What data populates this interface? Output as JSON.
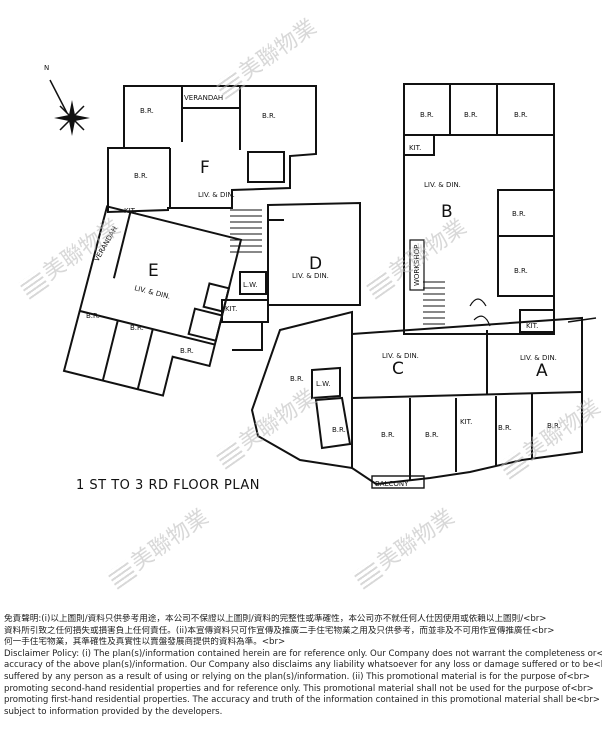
{
  "plan": {
    "title": "1 ST TO 3 RD FLOOR PLAN",
    "compass_label": "N",
    "unit_labels": [
      "A",
      "B",
      "C",
      "D",
      "E",
      "F"
    ],
    "room_labels": {
      "bedroom": "B.R.",
      "living_dining": "LIV. & DIN.",
      "kitchen": "KIT.",
      "lift_well": "L.W.",
      "verandah": "VERANDAH",
      "balcony": "BALCONY",
      "workshop": "WORKSHOP"
    }
  },
  "watermark": {
    "text": "美聯物業"
  },
  "disclaimer": {
    "lines": [
      "免責聲明:(i)以上圖則/資料只供參考用途，本公司不保證以上圖則/資料的完整性或準確性，本公司亦不就任何人仕因使用或依賴以上圖則/<br>",
      "資料所引致之任何損失或損害負上任何責任。(ii)本宣傳資料只可作宣傳及推廣二手住宅物業之用及只供參考，而並非及不可用作宣傳推廣任<br>",
      "何一手住宅物業，其準確性及真實性以賣盤發展商提供的資料為準。<br>",
      "Disclaimer Policy: (i) The plan(s)/information contained herein are for reference only. Our Company does not warrant the completeness or<br>",
      "accuracy of the above plan(s)/information. Our Company also disclaims any liability whatsoever for any loss or damage suffered or to be<br>",
      "suffered by any person as a result of using or relying on the plan(s)/information. (ii) This promotional material is for the purpose of<br>",
      "promoting second-hand residential properties and for reference only. This promotional material shall not be used for the purpose of<br>",
      "promoting first-hand residential properties. The accuracy and truth of the information contained in this promotional material shall be<br>",
      "subject to information provided by the developers."
    ]
  }
}
